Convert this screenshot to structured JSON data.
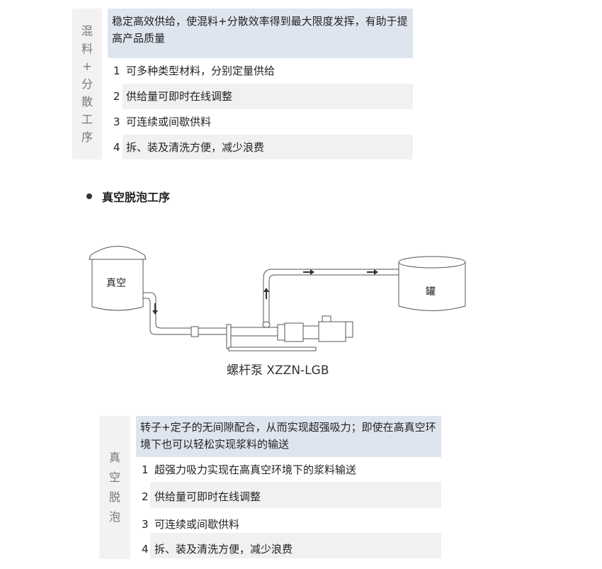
{
  "section1": {
    "label": [
      "混",
      "料",
      "+",
      "分",
      "散",
      "工",
      "序"
    ],
    "header": "稳定高效供给，使混料+分散效率得到最大限度发挥，有助于提高产品质量",
    "rows": [
      {
        "num": "1",
        "text": "可多种类型材料，分别定量供给"
      },
      {
        "num": "2",
        "text": "供给量可即时在线调整"
      },
      {
        "num": "3",
        "text": "可连续或间歇供料"
      },
      {
        "num": "4",
        "text": "拆、装及清洗方便，减少浪费"
      }
    ]
  },
  "heading": "真空脱泡工序",
  "diagram": {
    "tank_left_label": "真空",
    "tank_right_label": "罐",
    "caption": "螺杆泵 XZZN-LGB"
  },
  "section2": {
    "label": [
      "真",
      "空",
      "脱",
      "泡"
    ],
    "header": "转子+定子的无间隙配合，从而实现超强吸力；即使在高真空环境下也可以轻松实现浆料的输送",
    "rows": [
      {
        "num": "1",
        "text": "超强力吸力实现在高真空环境下的浆料输送"
      },
      {
        "num": "2",
        "text": "供给量可即时在线调整"
      },
      {
        "num": "3",
        "text": "可连续或间歇供料"
      },
      {
        "num": "4",
        "text": "拆、装及清洗方便，减少浪费"
      }
    ]
  }
}
